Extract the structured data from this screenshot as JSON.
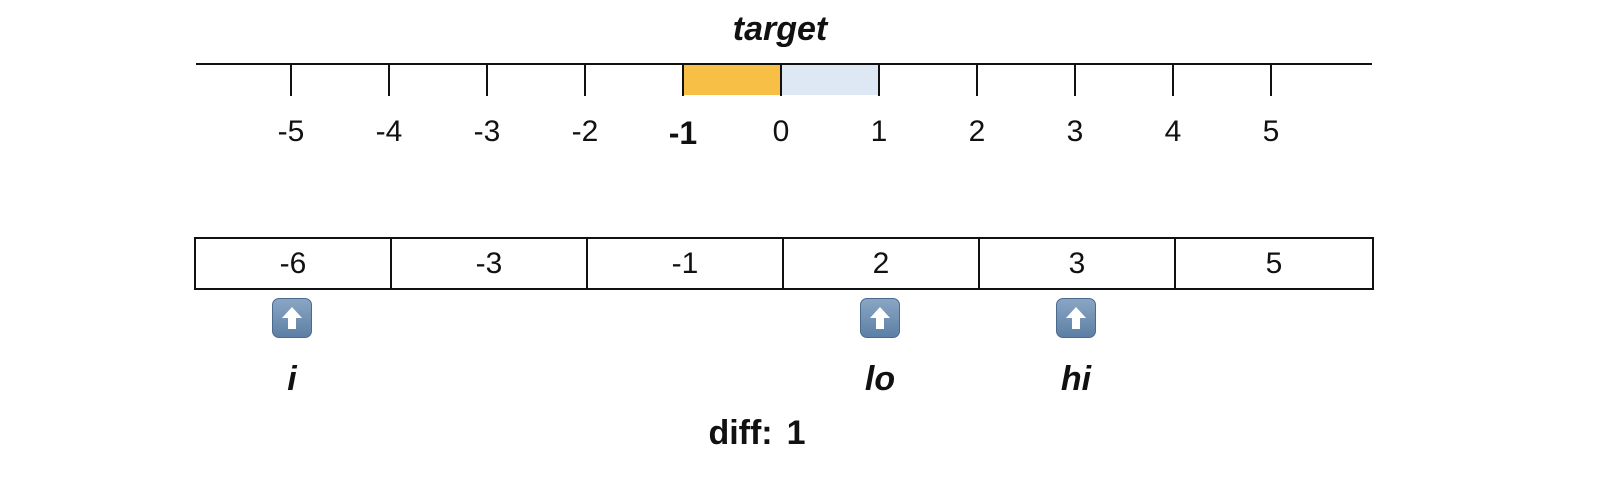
{
  "target_label": "target",
  "number_line": {
    "ticks": [
      "-5",
      "-4",
      "-3",
      "-2",
      "-1",
      "0",
      "1",
      "2",
      "3",
      "4",
      "5"
    ],
    "emphasized_tick": "-1",
    "highlights": [
      {
        "from": -1,
        "to": 0,
        "color": "#f7bf45"
      },
      {
        "from": 0,
        "to": 1,
        "color": "#dde8f4"
      }
    ]
  },
  "array": {
    "cells": [
      "-6",
      "-3",
      "-1",
      "2",
      "3",
      "5"
    ]
  },
  "pointers": [
    {
      "label": "i",
      "index": 0,
      "icon": "up-arrow-icon"
    },
    {
      "label": "lo",
      "index": 3,
      "icon": "up-arrow-icon"
    },
    {
      "label": "hi",
      "index": 4,
      "icon": "up-arrow-icon"
    }
  ],
  "diff": {
    "label": "diff:",
    "value": "1"
  }
}
